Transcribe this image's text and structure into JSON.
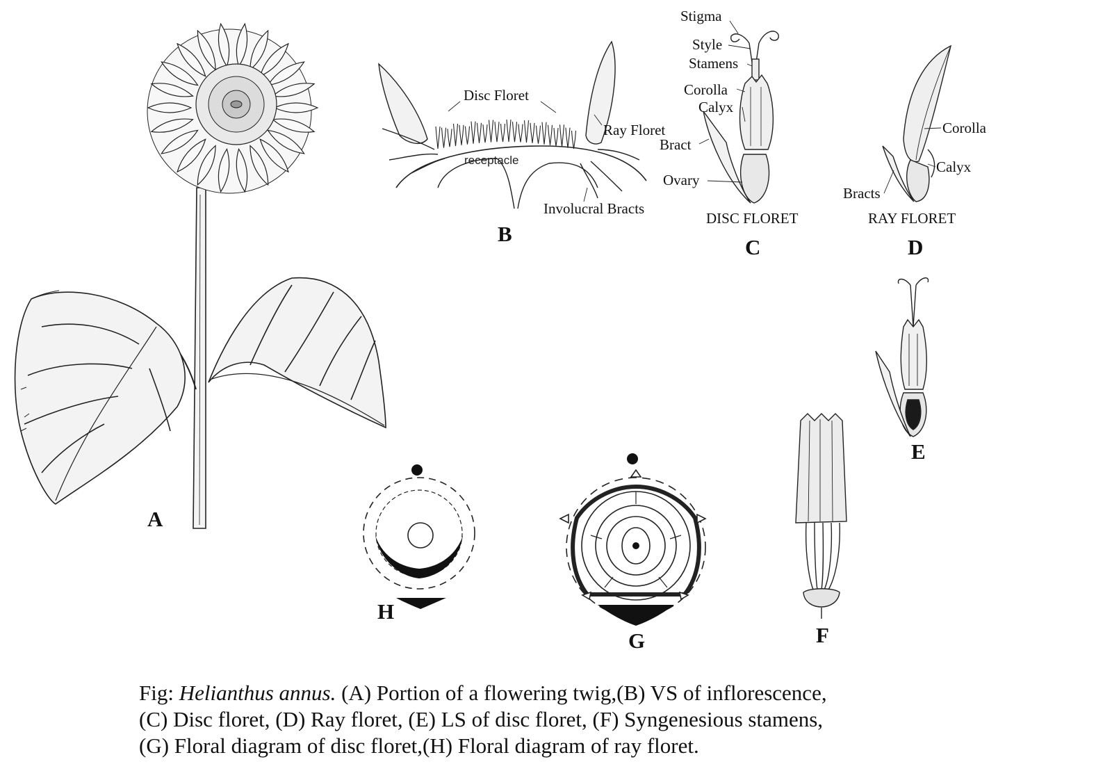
{
  "figure": {
    "panels": {
      "A": "A",
      "B": "B",
      "C": "C",
      "D": "D",
      "E": "E",
      "F": "F",
      "G": "G",
      "H": "H"
    },
    "labels_b": {
      "disc_floret": "Disc Floret",
      "ray_floret": "Ray Floret",
      "receptacle": "receptacle",
      "involucral_bracts": "Involucral Bracts"
    },
    "labels_c": {
      "stigma": "Stigma",
      "style": "Style",
      "stamens": "Stamens",
      "corolla": "Corolla",
      "calyx": "Calyx",
      "bract": "Bract",
      "ovary": "Ovary",
      "title": "DISC FLORET"
    },
    "labels_d": {
      "corolla": "Corolla",
      "calyx": "Calyx",
      "bracts": "Bracts",
      "title": "RAY FLORET"
    }
  },
  "caption": {
    "prefix": "Fig:",
    "species": "Helianthus annus.",
    "line1_rest": "(A) Portion of a flowering twig,(B) VS of inflorescence,",
    "line2": "(C) Disc floret, (D) Ray floret, (E) LS of disc floret, (F) Syngenesious stamens,",
    "line3": "(G) Floral diagram of disc floret,(H) Floral diagram of ray floret."
  }
}
